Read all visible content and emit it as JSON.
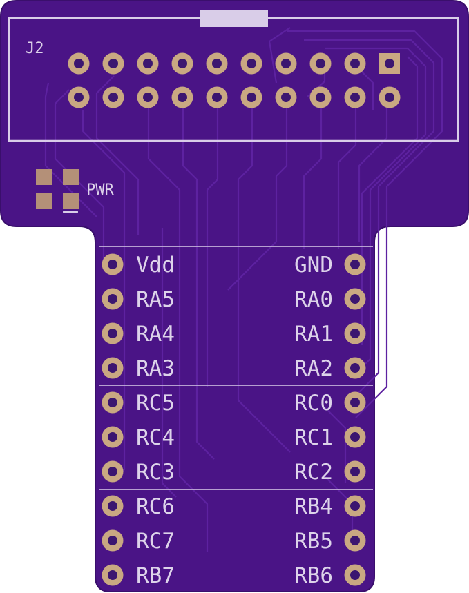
{
  "board": {
    "colors": {
      "substrate": "#4a1486",
      "trace": "#5d22a0",
      "silkscreen": "#d9cde8",
      "pad_copper": "#c9a882",
      "hole": "#3b1670",
      "smd_pad": "#b49078"
    },
    "header": {
      "ref": "J2",
      "rows": 2,
      "cols": 10
    },
    "led": {
      "label": "PWR"
    },
    "pins_left": [
      "Vdd",
      "RA5",
      "RA4",
      "RA3",
      "RC5",
      "RC4",
      "RC3",
      "RC6",
      "RC7",
      "RB7"
    ],
    "pins_right": [
      "GND",
      "RA0",
      "RA1",
      "RA2",
      "RC0",
      "RC1",
      "RC2",
      "RB4",
      "RB5",
      "RB6"
    ]
  }
}
